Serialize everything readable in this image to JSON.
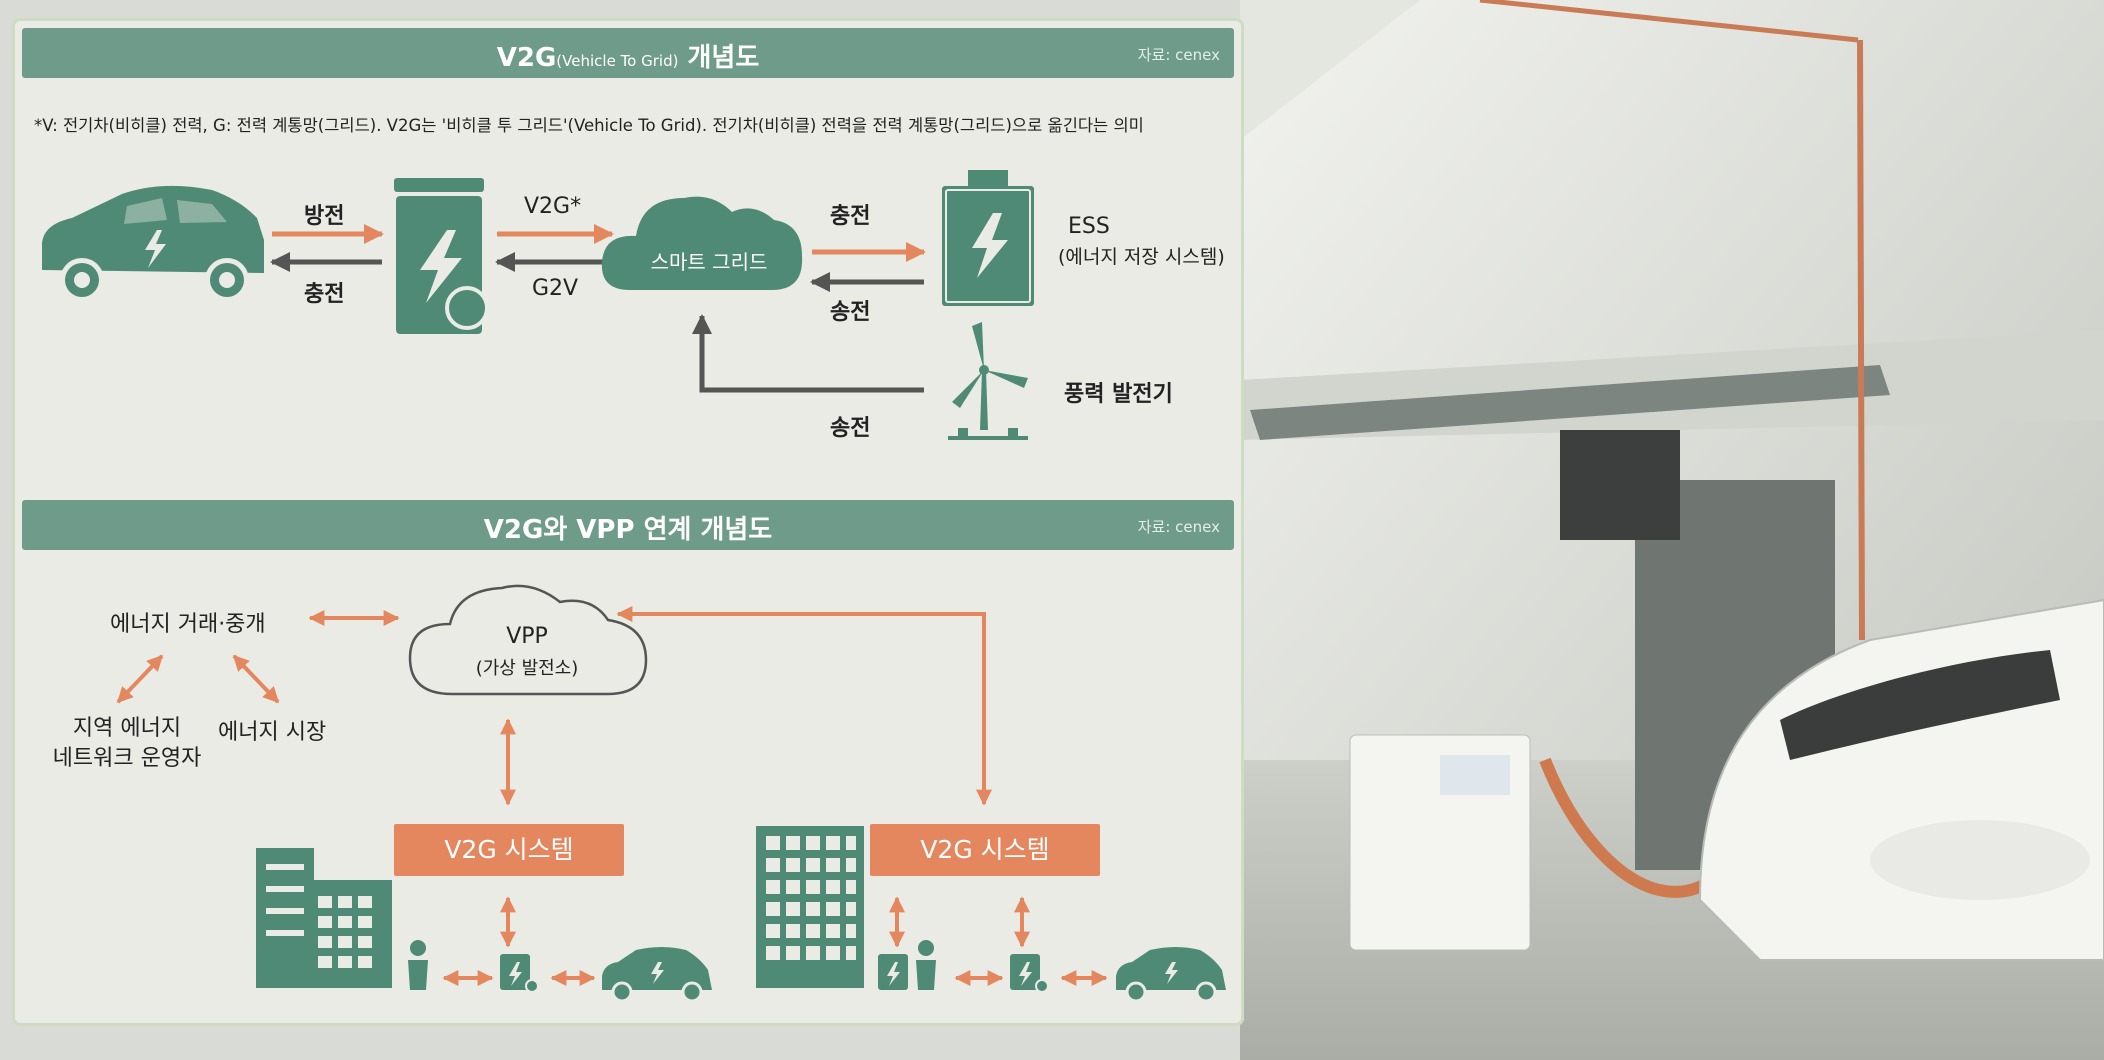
{
  "diagram1": {
    "title_main": "V2G",
    "title_paren": "(Vehicle To Grid)",
    "title_tail": " 개념도",
    "source": "자료: cenex",
    "note": "*V: 전기차(비히클) 전력, G: 전력 계통망(그리드). V2G는 '비히클 투 그리드'(Vehicle To Grid). 전기차(비히클) 전력을 전력 계통망(그리드)으로 옮긴다는 의미",
    "discharge": "방전",
    "charge_left": "충전",
    "v2g": "V2G*",
    "g2v": "G2V",
    "smart_grid": "스마트 그리드",
    "charge_right": "충전",
    "transmit_right": "송전",
    "ess": "ESS",
    "ess_desc": "(에너지 저장 시스템)",
    "wind": "풍력 발전기",
    "transmit_bottom": "송전"
  },
  "diagram2": {
    "title": "V2G와 VPP 연계 개념도",
    "source": "자료: cenex",
    "energy_trade": "에너지 거래·중개",
    "regional_line1": "지역 에너지",
    "regional_line2": "네트워크 운영자",
    "energy_market": "에너지 시장",
    "vpp": "VPP",
    "vpp_desc": "(가상 발전소)",
    "v2g_system_left": "V2G 시스템",
    "v2g_system_right": "V2G 시스템"
  },
  "colors": {
    "teal": "#4f8a76",
    "orange": "#e4875f",
    "banner": "#6f9c8a",
    "dark_arrow": "#555555"
  }
}
